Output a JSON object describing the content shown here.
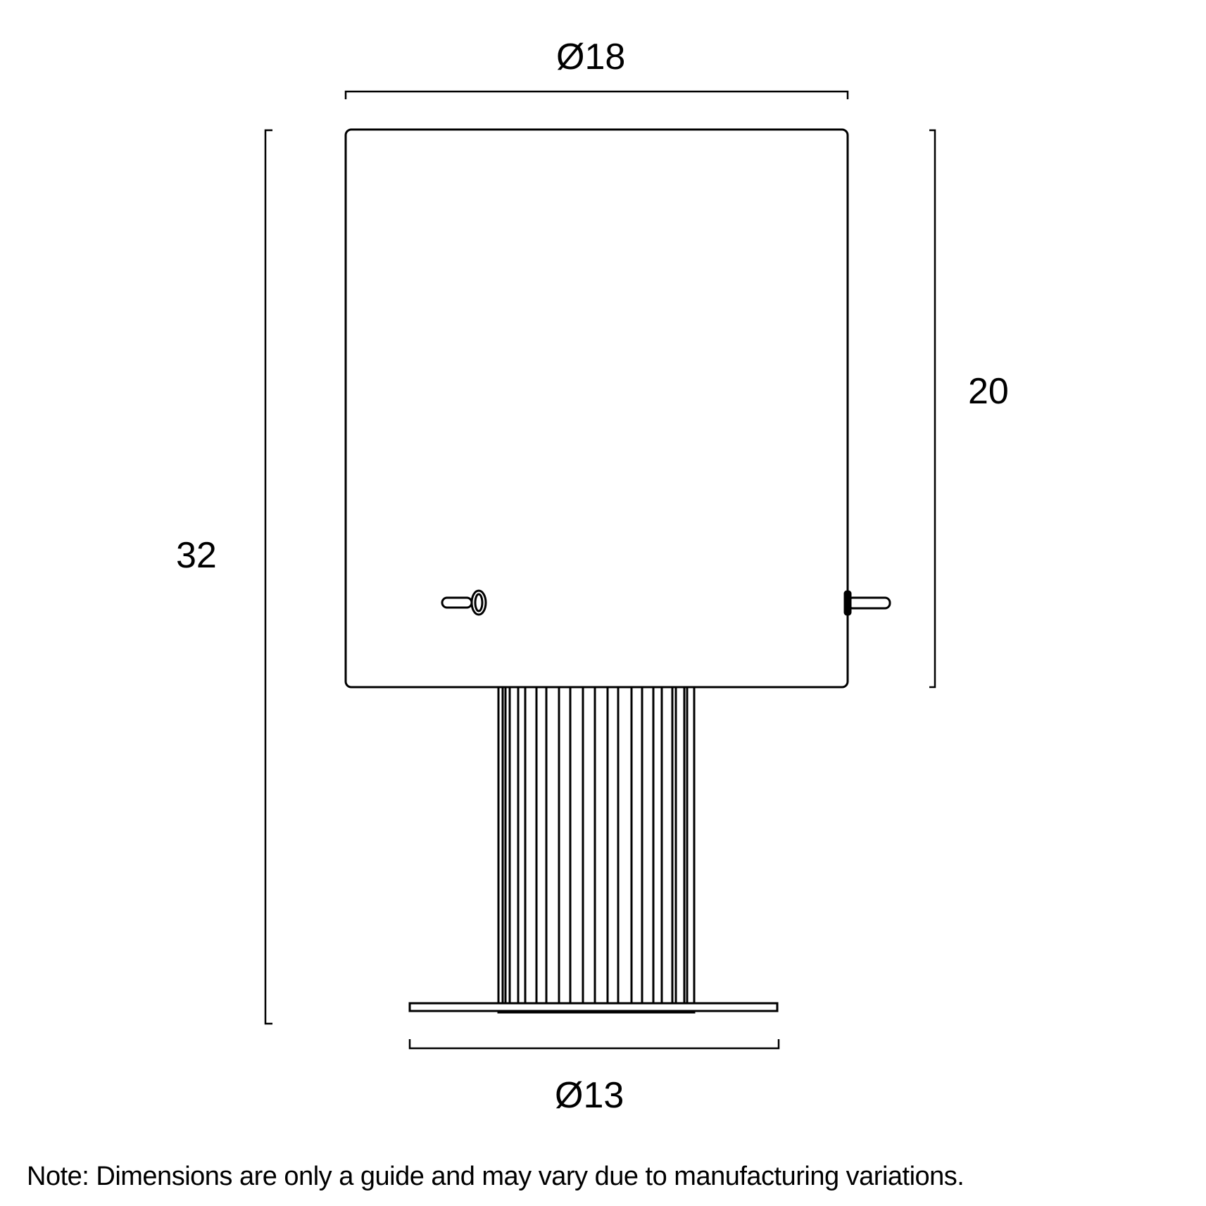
{
  "drawing": {
    "title": "Table lamp dimension drawing",
    "stroke_color": "#000000",
    "background": "#ffffff"
  },
  "dimensions": {
    "shade_diameter": "Ø18",
    "base_diameter": "Ø13",
    "shade_height": "20",
    "overall_height": "32"
  },
  "note": "Note: Dimensions are only a guide and may vary due to manufacturing variations."
}
